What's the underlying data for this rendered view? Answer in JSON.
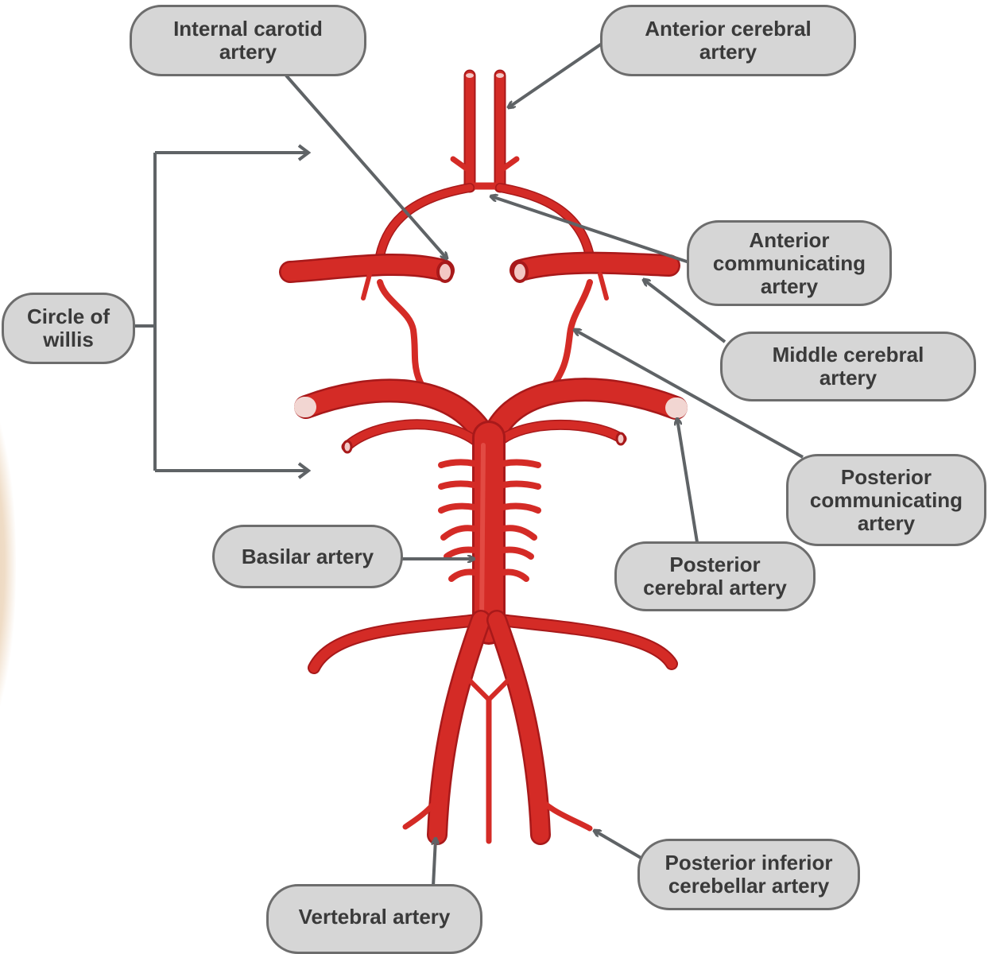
{
  "labels": {
    "internal_carotid": "Internal carotid\nartery",
    "anterior_cerebral": "Anterior cerebral\nartery",
    "anterior_communicating": "Anterior\ncommunicating\nartery",
    "middle_cerebral": "Middle cerebral\nartery",
    "circle_of_willis": "Circle of\nwillis",
    "posterior_communicating": "Posterior\ncommunicating\nartery",
    "basilar": "Basilar artery",
    "posterior_cerebral": "Posterior\ncerebral artery",
    "posterior_inferior_cerebellar": "Posterior inferior\ncerebellar artery",
    "vertebral": "Vertebral artery"
  },
  "colors": {
    "artery": "#d42b26",
    "artery_dark": "#a8191a",
    "leader": "#5f6366",
    "label_fill": "#d6d6d6",
    "label_border": "#6d6d6d"
  }
}
